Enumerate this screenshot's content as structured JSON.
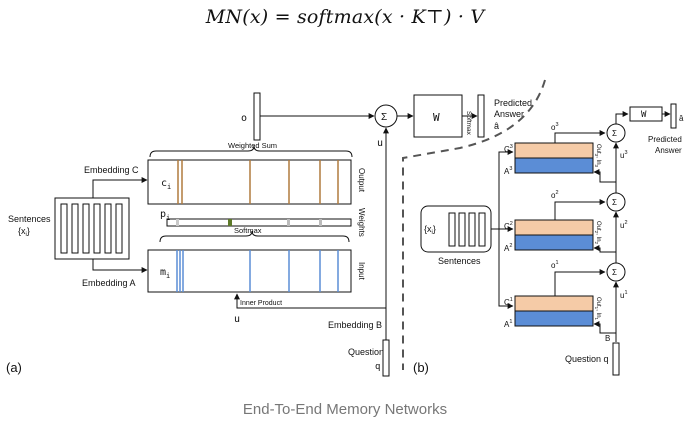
{
  "formula": "MN(x) = softmax(x · K⊤) · V",
  "caption": "End-To-End Memory Networks",
  "colors": {
    "peach": "#F5CBA7",
    "blue": "#5B8DD6",
    "blue_light": "#7FA7E0",
    "tan_stripe": "#B07A3E",
    "green_stripe": "#5E7A2A",
    "dash": "#555555"
  },
  "panel_a": {
    "label": "(a)",
    "sentences": "Sentences",
    "sentences_sub": "{x",
    "sentences_sub_i": "i",
    "sentences_sub_close": "}",
    "embedding_c": "Embedding C",
    "embedding_a": "Embedding A",
    "embedding_b": "Embedding B",
    "weighted_sum": "Weighted Sum",
    "softmax": "Softmax",
    "inner_product": "Inner Product",
    "c_label": "c",
    "p_label": "p",
    "m_label": "m",
    "sub_i": "i",
    "output": "Output",
    "weights": "Weights",
    "input": "Input",
    "o_label": "o",
    "u_label": "u",
    "u_label2": "u",
    "sigma": "Σ",
    "w_label": "W",
    "softmax_vertical": "Softmax",
    "predicted": "Predicted",
    "answer": "Answer",
    "a_hat": "â",
    "question": "Question",
    "q": "q"
  },
  "panel_b": {
    "label": "(b)",
    "sentences": "Sentences",
    "xi": "{x",
    "xi_sub": "i",
    "xi_close": "}",
    "c3": "C",
    "c3_sup": "3",
    "a3": "A",
    "a3_sup": "3",
    "c2": "C",
    "c2_sup": "2",
    "a2": "A",
    "a2_sup": "2",
    "c1": "C",
    "c1_sup": "1",
    "a1": "A",
    "a1_sup": "1",
    "o3": "o",
    "o3_sup": "3",
    "o2": "o",
    "o2_sup": "2",
    "o1": "o",
    "o1_sup": "1",
    "u3": "u",
    "u3_sup": "3",
    "u2": "u",
    "u2_sup": "2",
    "u1": "u",
    "u1_sup": "1",
    "out3": "Out",
    "in3": "In",
    "sub3": "3",
    "out2": "Out",
    "in2": "In",
    "sub2": "2",
    "out1": "Out",
    "in1": "In",
    "sub1": "1",
    "sigma": "Σ",
    "w_label": "W",
    "predicted": "Predicted",
    "answer": "Answer",
    "a_hat": "â",
    "b_label": "B",
    "question": "Question q"
  }
}
